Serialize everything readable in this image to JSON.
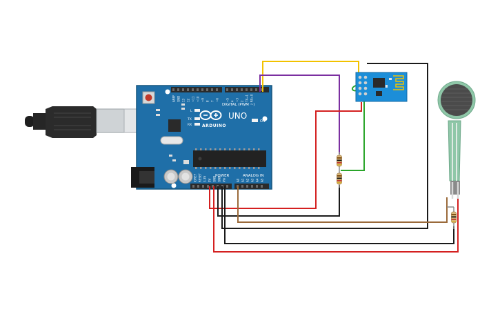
{
  "board": {
    "name": "UNO",
    "brand": "ARDUINO",
    "digital_header": "DIGITAL (PWM ~)",
    "power_header": "POWER",
    "analog_header": "ANALOG IN",
    "led_on": "ON",
    "led_l": "L",
    "led_tx": "TX",
    "led_rx": "RX",
    "digital_pins": [
      "AREF",
      "GND",
      "13",
      "12",
      "~11",
      "~10",
      "~9",
      "8",
      "7",
      "~6",
      "~5",
      "4",
      "~3",
      "2",
      "TX→1",
      "RX←0"
    ],
    "power_pins": [
      "IOREF",
      "RESET",
      "3.3V",
      "5V",
      "GND",
      "GND",
      "Vin"
    ],
    "analog_pins": [
      "A0",
      "A1",
      "A2",
      "A3",
      "A4",
      "A5"
    ]
  },
  "colors": {
    "board": "#1f6fa8",
    "board_edge": "#16567f",
    "header": "#2b2b2b",
    "wire_yellow": "#f2c200",
    "wire_purple": "#7b2fa0",
    "wire_red": "#d42020",
    "wire_black": "#1a1a1a",
    "wire_green": "#2aa52a",
    "wire_brown": "#9a6a3a",
    "esp_board": "#1c8ed8",
    "fsr_pad": "#4b4b4b"
  },
  "components": {
    "usb_cable": "usb-b-cable",
    "wifi_module": "esp8266-module",
    "sensor": "force-sensitive-resistor",
    "resistors": [
      "resistor-1",
      "resistor-2",
      "resistor-3"
    ]
  }
}
